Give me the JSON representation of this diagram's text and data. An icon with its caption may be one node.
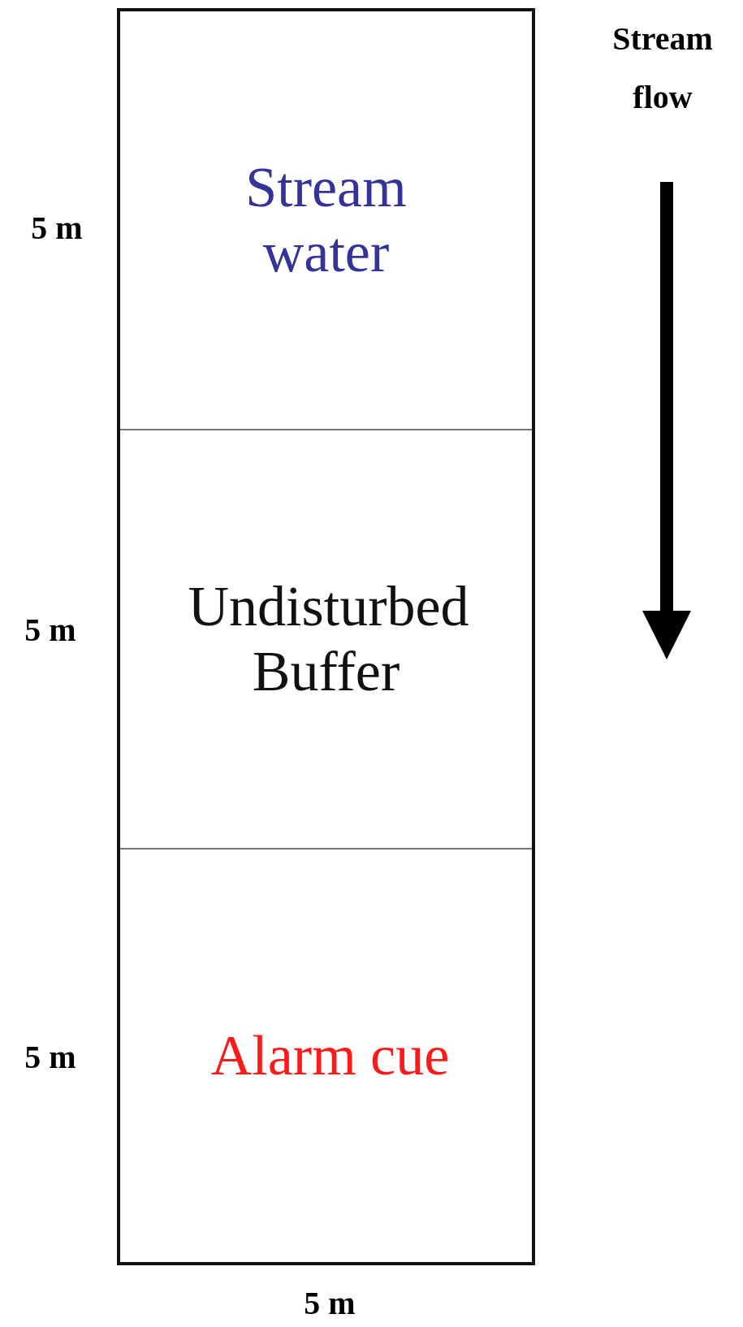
{
  "diagram": {
    "nodes": [
      {
        "text": [
          "Stream water"
        ]
      },
      {
        "text": [
          "Undisturbed Buffer"
        ]
      },
      {
        "text": [
          "Alarm cue"
        ]
      }
    ],
    "labels": [
      "Stream flow",
      "5 m",
      "5 m",
      "5 m",
      "5 m"
    ]
  }
}
